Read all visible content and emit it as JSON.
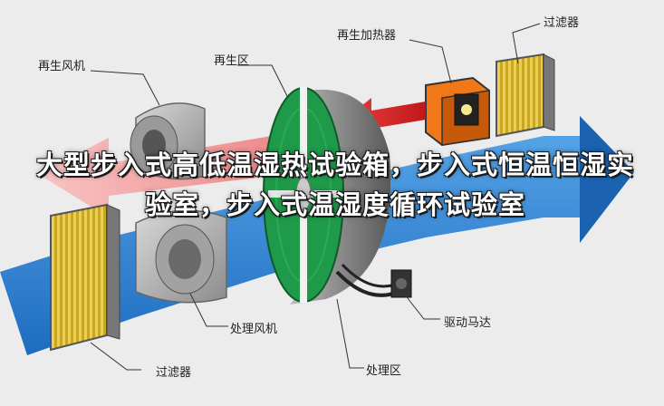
{
  "labels": {
    "regen_fan": "再生风机",
    "regen_zone": "再生区",
    "regen_heater": "再生加热器",
    "filter_top": "过滤器",
    "process_fan": "处理风机",
    "drive_motor": "驱动马达",
    "filter_bottom": "过滤器",
    "process_zone": "处理区"
  },
  "overlay_title": "大型步入式高低温湿热试验箱，步入式恒温恒湿实验室，步入式温湿度循环试验室",
  "colors": {
    "background": "#ececec",
    "rotor_green": "#1e9a4a",
    "heater_orange": "#f07818",
    "regen_air": "#f4a3a3",
    "process_air": "#2d7fd0",
    "filter_yellow": "#e6c840"
  }
}
